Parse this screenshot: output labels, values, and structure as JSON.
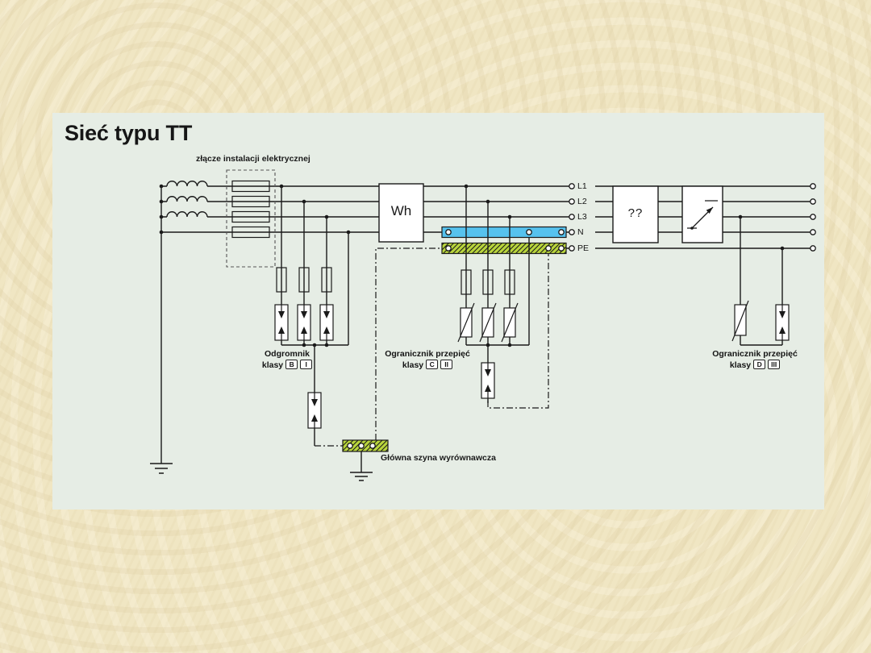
{
  "title": "Sieć typu TT",
  "labels": {
    "service_entry": "złącze instalacji elektrycznej",
    "meter": "Wh",
    "unknown_device": "??",
    "bonding_bar": "Główna szyna wyrównawcza"
  },
  "conductors": {
    "l1": "L1",
    "l2": "L2",
    "l3": "L3",
    "n": "N",
    "pe": "PE"
  },
  "spd": {
    "b": {
      "name": "Odgromnik",
      "class_word": "klasy",
      "letter": "B",
      "roman": "I"
    },
    "c": {
      "name": "Ogranicznik przepięć",
      "class_word": "klasy",
      "letter": "C",
      "roman": "II"
    },
    "d": {
      "name": "Ogranicznik przepięć",
      "class_word": "klasy",
      "letter": "D",
      "roman": "III"
    }
  },
  "colors": {
    "neutral_bus": "#56c2ee",
    "pe_bus": "#b9d53c",
    "panel_bg": "#e6ede5",
    "page_bg": "#f0e6c3",
    "line": "#1a1a1a"
  }
}
